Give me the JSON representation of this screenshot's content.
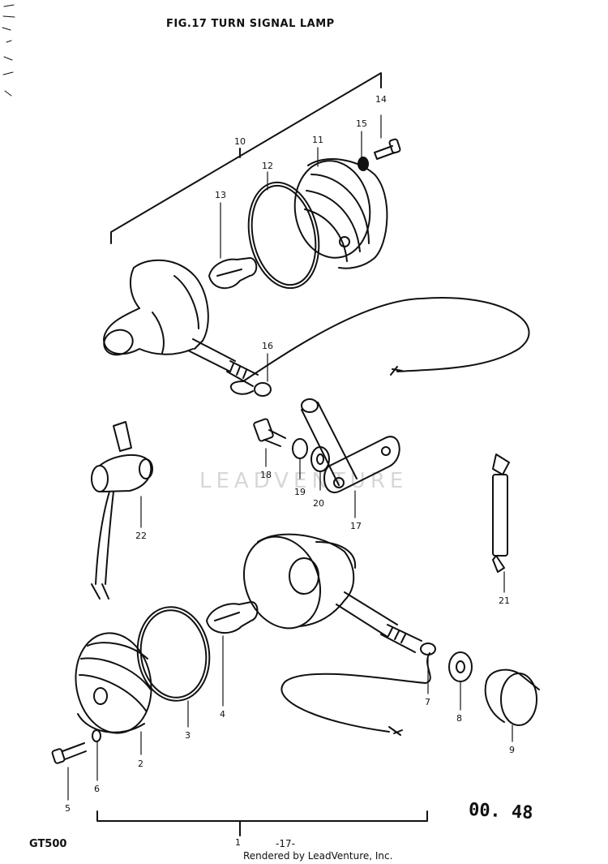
{
  "figure": {
    "title": "FIG.17  TURN SIGNAL LAMP",
    "model": "GT500",
    "page_number": "-17-",
    "diagram_code": "00. 48",
    "credit": "Rendered by LeadVenture, Inc.",
    "watermark": "LEADVENTURE"
  },
  "callouts": [
    "1",
    "2",
    "3",
    "4",
    "5",
    "6",
    "7",
    "8",
    "9",
    "10",
    "11",
    "12",
    "13",
    "14",
    "15",
    "16",
    "17",
    "18",
    "19",
    "20",
    "21",
    "22"
  ]
}
